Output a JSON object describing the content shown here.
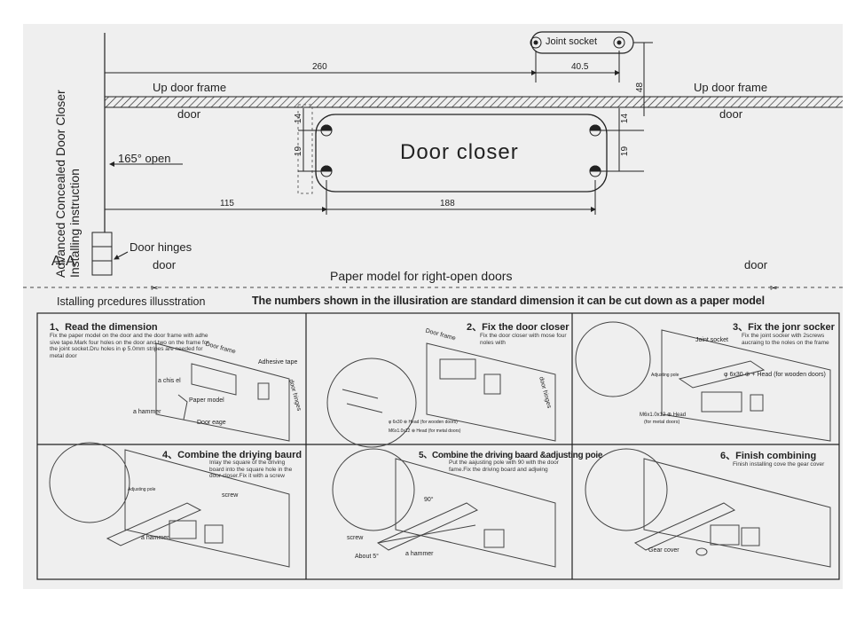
{
  "vertical_title": {
    "line1": "Advanced Concealed Door Closer",
    "line2": "Installing instruction"
  },
  "joint_socket_label": "Joint socket",
  "dimensions": {
    "d260": "260",
    "d40_5": "40.5",
    "d48": "48",
    "d14_left": "14",
    "d19_left": "19",
    "d14_right": "14",
    "d19_right": "19",
    "d115": "115",
    "d188": "188"
  },
  "up_door_frame_left": "Up door frame",
  "up_door_frame_right": "Up door frame",
  "door_left": "door",
  "door_right": "door",
  "door_closer_label": "Door closer",
  "open_angle": "165° open",
  "door_hinges": "Door hinges",
  "section_label": "A-A",
  "door_bottom_left": "door",
  "door_bottom_right": "door",
  "paper_model_title": "Paper model for right-open doors",
  "procedures_title": "Istalling prcedures illusstration",
  "dimension_note": "The numbers shown in the illusiration are standard dimension it can be cut down as a paper model",
  "steps": [
    {
      "title": "1、Read the dimension",
      "text": "Fix the paper model on the door and the door frame with adhe sive tape.Mark four holes on the door and two on the frame for the joint socket.Dru holes in φ 5.0mm stripes are needed for metal door",
      "callouts": [
        "Door frame",
        "Adhesive tape",
        "a chis el",
        "Paper model",
        "door hinges",
        "a hammer",
        "Door eage"
      ]
    },
    {
      "title": "2、Fix the door closer",
      "text": "Fix the door closer with mose four noles with",
      "callouts": [
        "Door frame",
        "door hinges",
        "φ 6x30 ⊕ Head (for wooden doors)",
        "M6x1.0x12 ⊕ Head (for metal doors)"
      ]
    },
    {
      "title": "3、Fix the jonr socker",
      "text": "Fix the joint socker with 2screws aucraing to the noles on the frame",
      "callouts": [
        "Joint socket",
        "Adjusting pole",
        "φ 6x30 ⊕ + Head (for wooden doors)",
        "M6x1.0x12 ⊕ Head",
        "(for metal doors)"
      ]
    },
    {
      "title": "4、Combine the driying baurd",
      "text": "Inlay the square of the driving board into the square hole in the door closer.Fix it with a screw",
      "callouts": [
        "Adjusting pole",
        "screw",
        "a hammer"
      ]
    },
    {
      "title": "5、Combine the driving baard &adjusting poie",
      "text": "Put the aajusting pole with 90 with the door fame.Fix the driving board and adjwing",
      "callouts": [
        "90°",
        "screw",
        "About 5°",
        "a hammer"
      ]
    },
    {
      "title": "6、Finish combining",
      "text": "Finish installing cove the gear cover",
      "callouts": [
        "Gear cover"
      ]
    }
  ]
}
